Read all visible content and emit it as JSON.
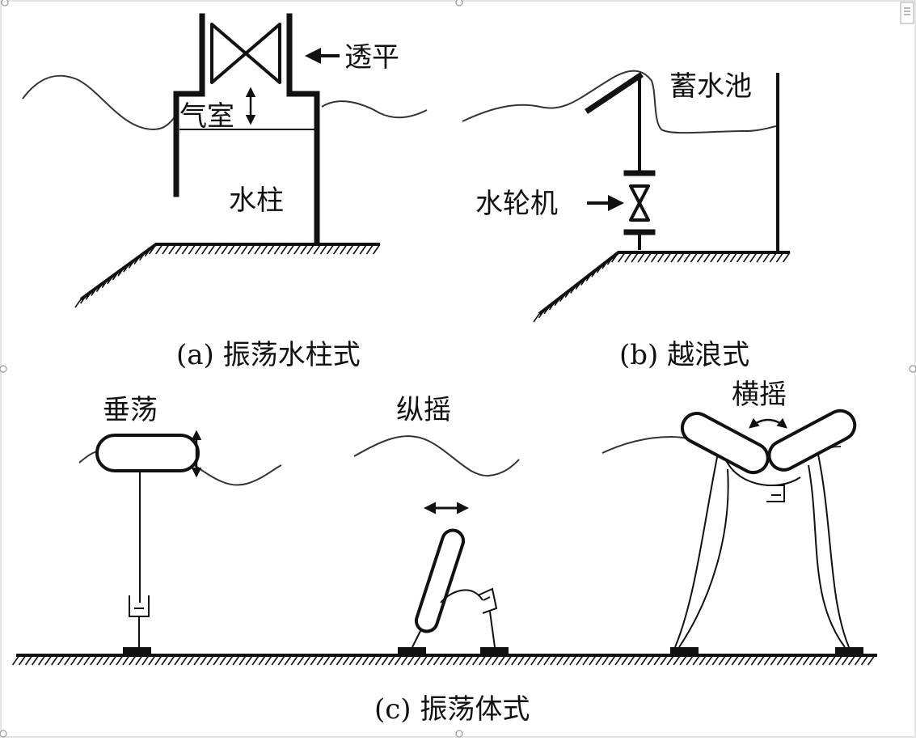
{
  "panels": {
    "a": {
      "caption": "(a) 振荡水柱式",
      "labels": {
        "turbine": "透平",
        "air_chamber": "气室",
        "water_column": "水柱"
      }
    },
    "b": {
      "caption": "(b) 越浪式",
      "labels": {
        "reservoir": "蓄水池",
        "turbine": "水轮机"
      }
    },
    "c": {
      "caption": "(c) 振荡体式",
      "labels": {
        "heave": "垂荡",
        "pitch": "纵摇",
        "roll": "横摇"
      }
    }
  },
  "colors": {
    "line": "#111111",
    "wave": "#333333",
    "background": "#ffffff"
  }
}
